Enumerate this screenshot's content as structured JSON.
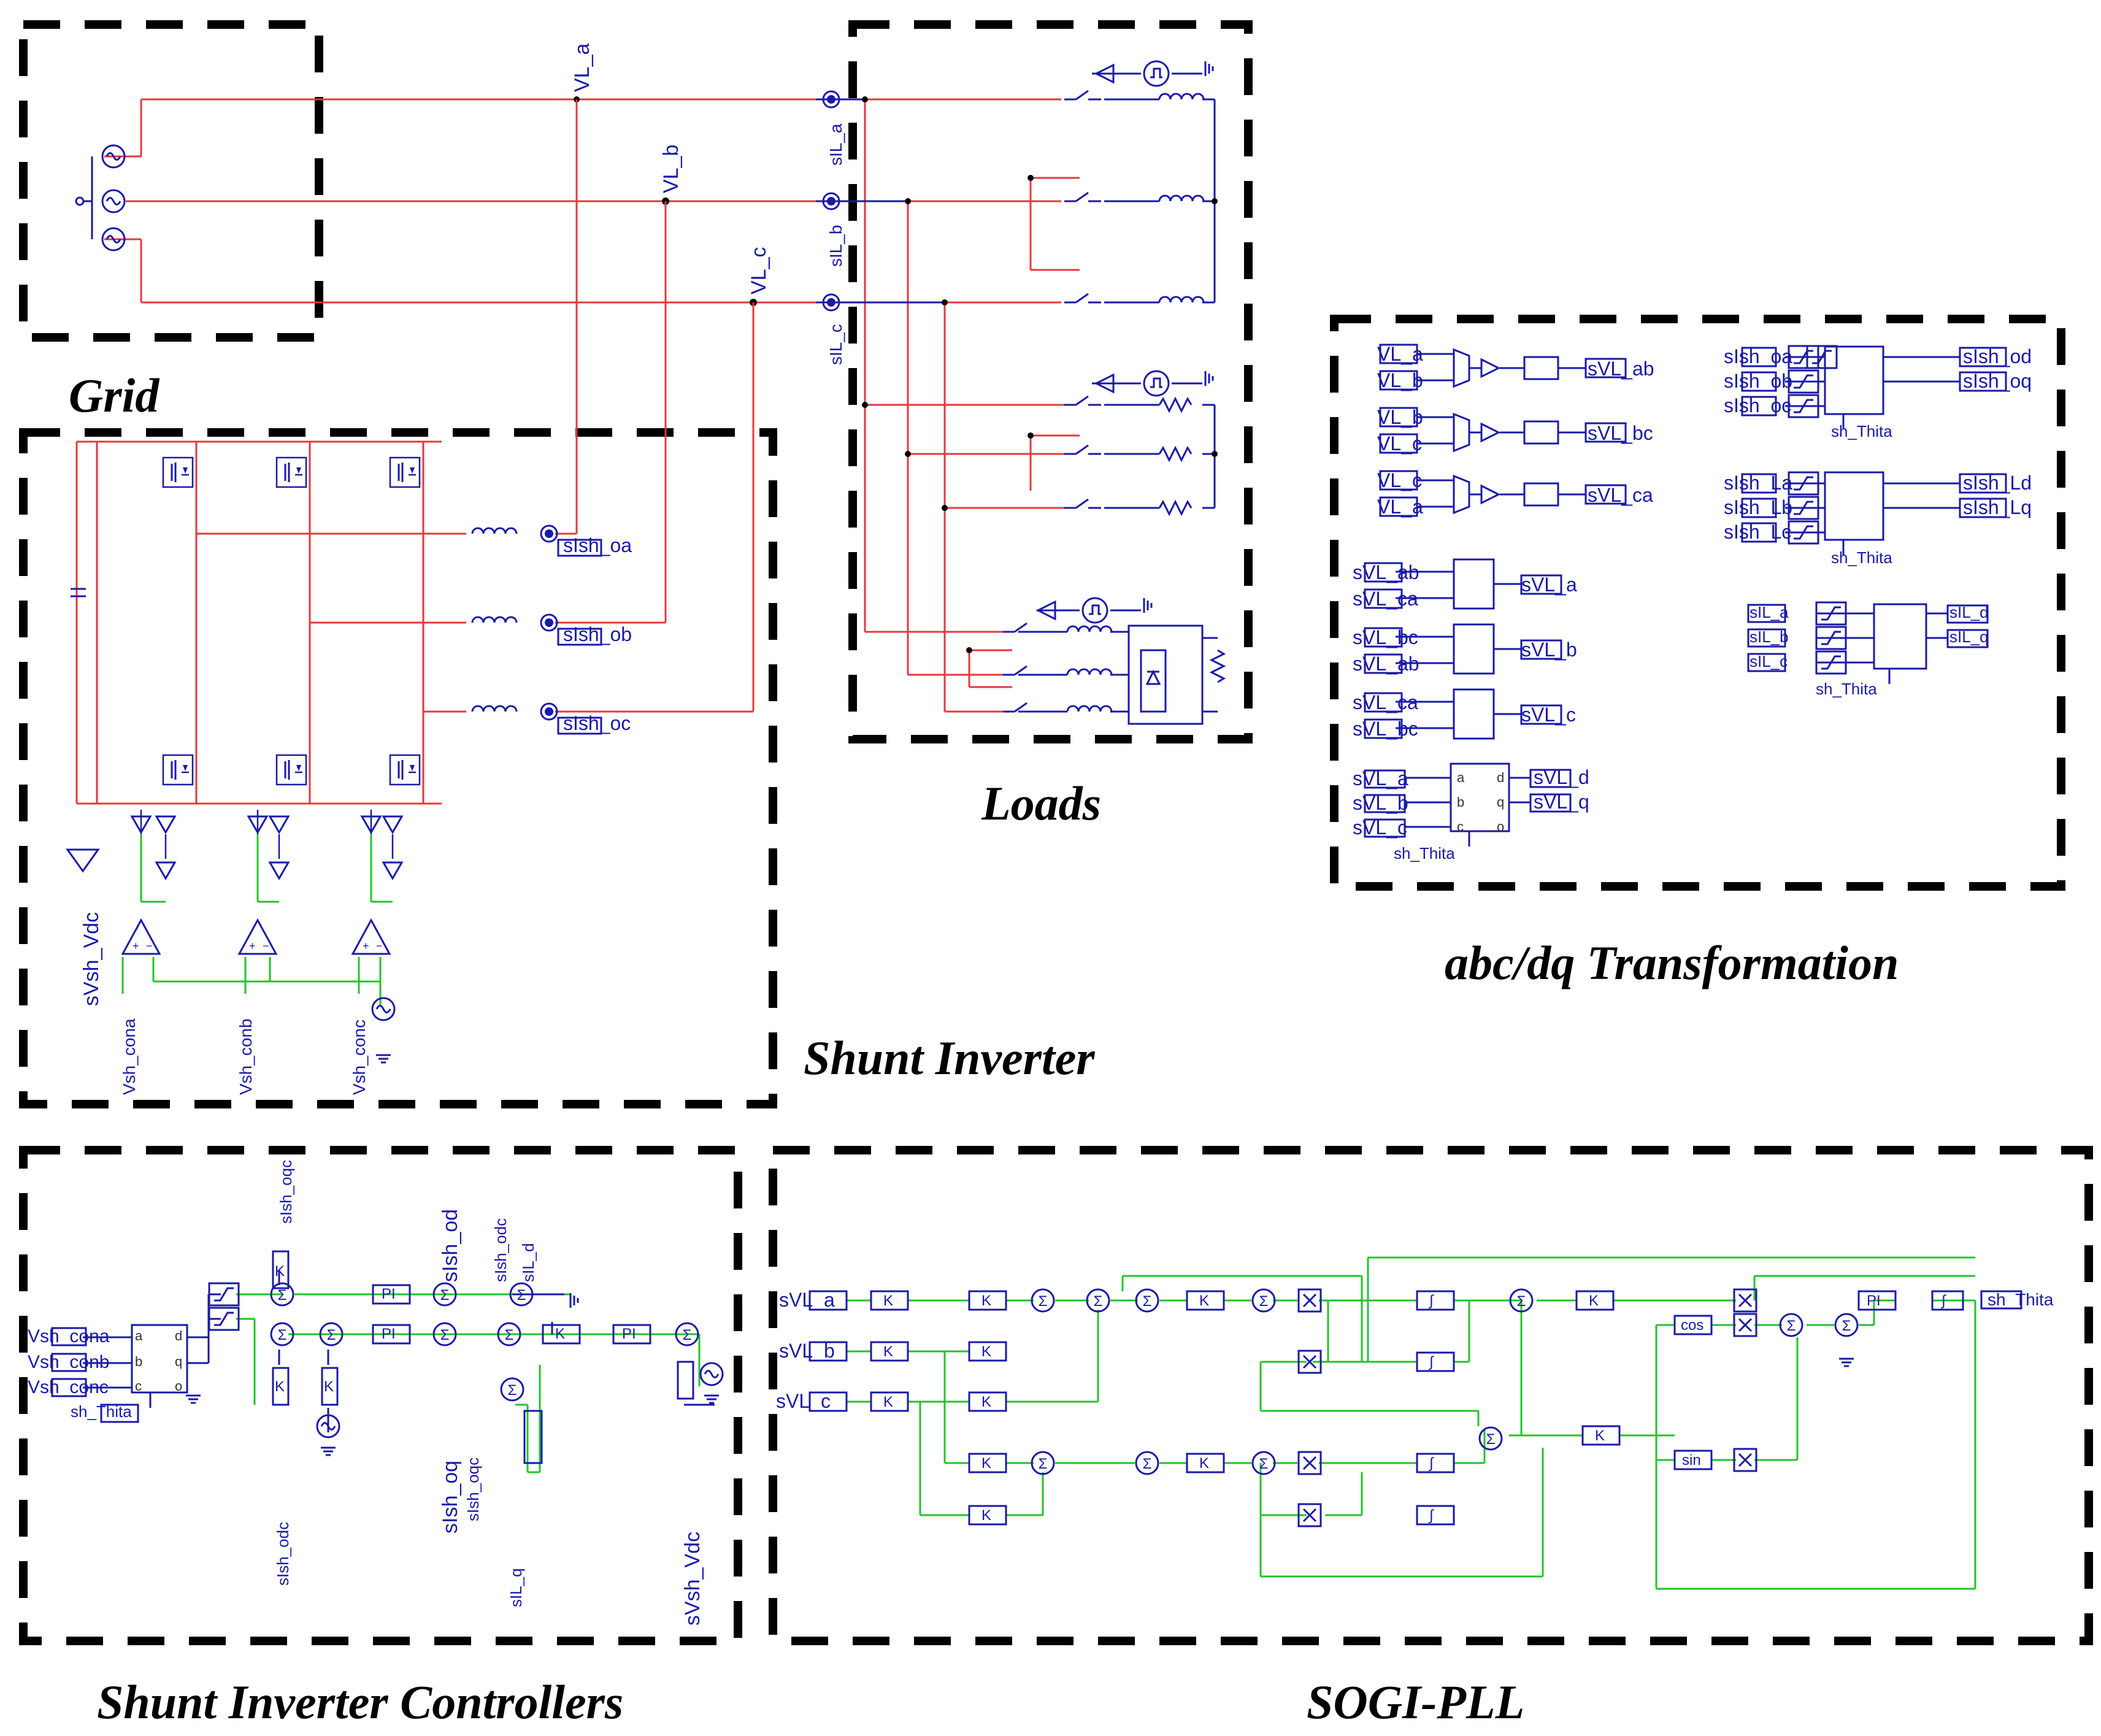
{
  "sections": {
    "grid": "Grid",
    "loads": "Loads",
    "shunt_inverter": "Shunt Inverter",
    "abcdq": "abc/dq Transformation",
    "controllers": "Shunt Inverter Controllers",
    "sogi": "SOGI-PLL"
  },
  "colors": {
    "wire_power": "#e8373d",
    "wire_signal": "#22c42a",
    "component": "#1a1aa8",
    "frame": "#000000"
  },
  "grid_labels": [
    "VL_a",
    "VL_b",
    "VL_c"
  ],
  "load_sensors": [
    "sIL_a",
    "sIL_b",
    "sIL_c"
  ],
  "inverter": {
    "outputs": [
      "sIsh_oa",
      "sIsh_ob",
      "sIsh_oc"
    ],
    "vdc": "sVsh_Vdc",
    "controls": [
      "Vsh_cona",
      "Vsh_conb",
      "Vsh_conc"
    ]
  },
  "abcdq": {
    "line_voltages": [
      {
        "in": [
          "VL_a",
          "VL_b"
        ],
        "out": "sVL_ab"
      },
      {
        "in": [
          "VL_b",
          "VL_c"
        ],
        "out": "sVL_bc"
      },
      {
        "in": [
          "VL_c",
          "VL_a"
        ],
        "out": "sVL_ca"
      }
    ],
    "phase_voltages": [
      {
        "in": [
          "sVL_ab",
          "sVL_ca"
        ],
        "out": "sVL_a"
      },
      {
        "in": [
          "sVL_bc",
          "sVL_ab"
        ],
        "out": "sVL_b"
      },
      {
        "in": [
          "sVL_ca",
          "sVL_bc"
        ],
        "out": "sVL_c"
      }
    ],
    "dq_vl": {
      "in": [
        "sVL_a",
        "sVL_b",
        "sVL_c"
      ],
      "out": [
        "sVL_d",
        "sVL_q"
      ]
    },
    "dq_ish": {
      "in": [
        "sIsh_oa",
        "sIsh_ob",
        "sIsh_oc"
      ],
      "out": [
        "sIsh_od",
        "sIsh_oq"
      ]
    },
    "dq_ishL": {
      "in": [
        "sIsh_La",
        "sIsh_Lb",
        "sIsh_Lc"
      ],
      "out": [
        "sIsh_Ld",
        "sIsh_Lq"
      ]
    },
    "dq_il": {
      "in": [
        "sIL_a",
        "sIL_b",
        "sIL_c"
      ],
      "out": [
        "sIL_d",
        "sIL_q"
      ]
    },
    "theta": "sh_Thita",
    "port_abc": [
      "a",
      "b",
      "c"
    ],
    "port_dq": [
      "d",
      "q",
      "o"
    ]
  },
  "controllers": {
    "outs": [
      "Vsh_cona",
      "Vsh_conb",
      "Vsh_conc"
    ],
    "theta": "sh_Thita",
    "signals": [
      "sIsh_oqc",
      "sIsh_od",
      "sIsh_odc",
      "sIL_d",
      "sIsh_oq",
      "sIsh_oqc",
      "sIL_q",
      "sVsh_Vdc"
    ],
    "pi": "PI",
    "gain": "K"
  },
  "sogi": {
    "inputs": [
      "sVL_a",
      "sVL_b",
      "sVL_c"
    ],
    "output": "sh_Thita",
    "gain": "K",
    "pi": "PI",
    "cos": "cos",
    "sin": "sin",
    "sum": "Σ",
    "mult": "×",
    "integ": "∫"
  }
}
